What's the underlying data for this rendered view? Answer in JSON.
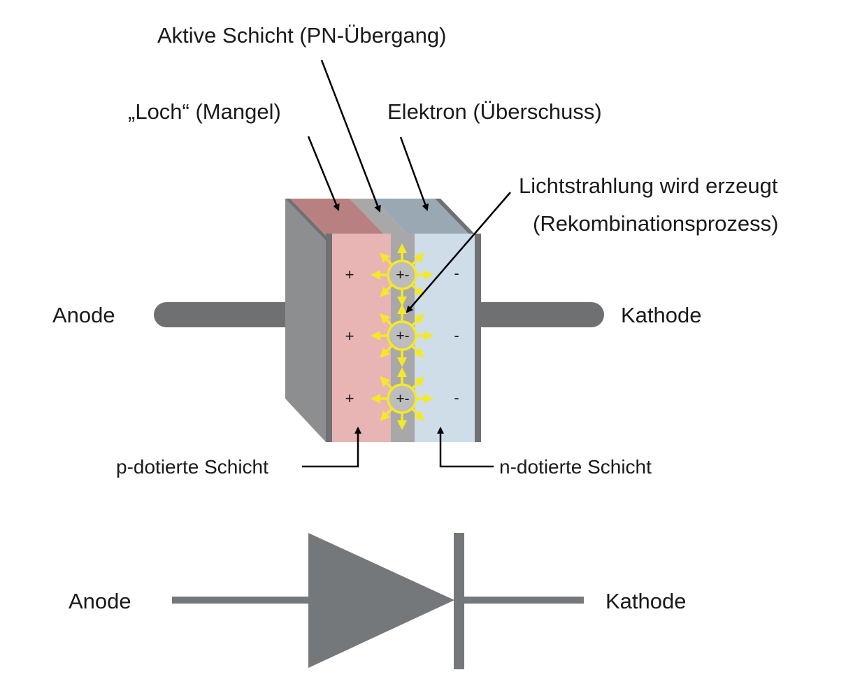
{
  "labels": {
    "active_layer": "Aktive Schicht (PN-Übergang)",
    "hole": "„Loch“ (Mangel)",
    "electron": "Elektron (Überschuss)",
    "light_line1": "Lichtstrahlung wird erzeugt",
    "light_line2": "(Rekombinationsprozess)",
    "anode_top": "Anode",
    "cathode_top": "Kathode",
    "p_layer": "p-dotierte Schicht",
    "n_layer": "n-dotierte Schicht",
    "anode_symbol": "Anode",
    "cathode_symbol": "Kathode"
  },
  "charges": {
    "plus": "+",
    "minus": "-",
    "pair": "+-"
  },
  "colors": {
    "metal_dark": "#6e7072",
    "metal_front": "#8c8e90",
    "p_layer": "#e8b4b4",
    "p_top": "#b88080",
    "n_layer": "#cfdde9",
    "n_top": "#9aa8b4",
    "junction": "#a8a8a8",
    "light_yellow": "#f4e82a",
    "symbol_gray": "#75787b"
  }
}
